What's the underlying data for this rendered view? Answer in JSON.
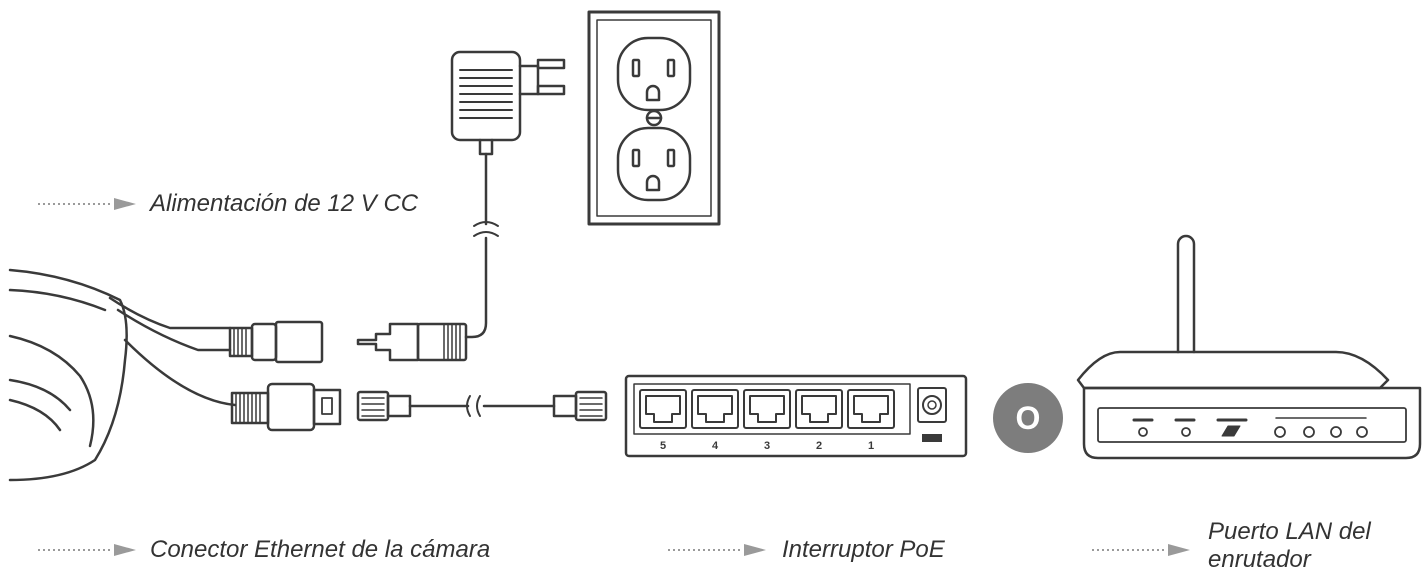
{
  "labels": {
    "power": "Alimentación de 12 V CC",
    "camera_ethernet": "Conector Ethernet de la cámara",
    "poe_switch": "Interruptor PoE",
    "router_lan_line1": "Puerto LAN del",
    "router_lan_line2": "enrutador"
  },
  "or_badge": "O",
  "switch_ports": [
    "5",
    "4",
    "3",
    "2",
    "1"
  ],
  "colors": {
    "line": "#3a3a3a",
    "arrow": "#9a9a9a",
    "badge": "#7d7d7d",
    "text": "#333333"
  }
}
